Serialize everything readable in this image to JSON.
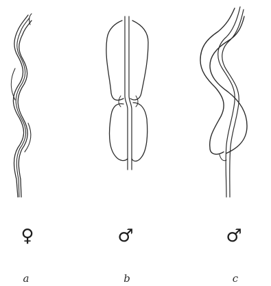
{
  "panels": [
    {
      "id": "a",
      "sex_symbol": "♀",
      "label": "a"
    },
    {
      "id": "b",
      "sex_symbol": "♂",
      "label": "b"
    },
    {
      "id": "c",
      "sex_symbol": "♂",
      "label": "c"
    }
  ],
  "colors": {
    "ink": "#2a2a2a",
    "background": "#ffffff"
  }
}
